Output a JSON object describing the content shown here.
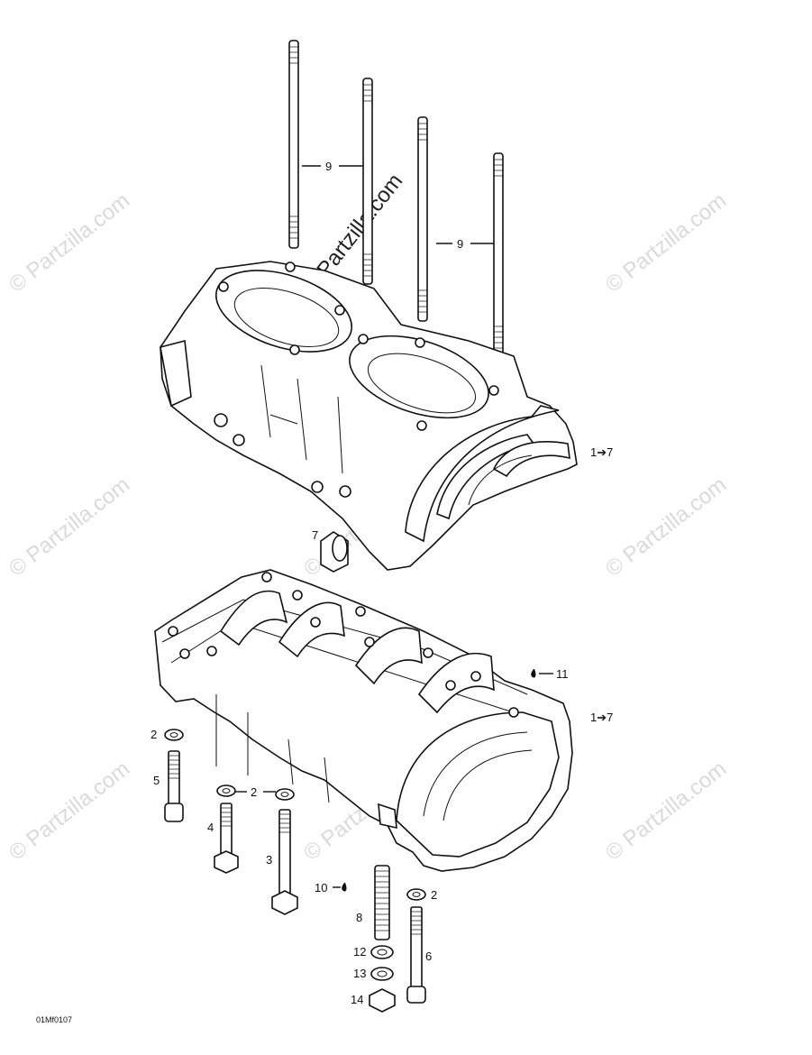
{
  "diagram": {
    "code": "01Mf0107",
    "watermarks": [
      "© Partzilla.com",
      "© Partzilla.com",
      "© Partzilla.com",
      "© Partzilla.com",
      "© Partzilla.com",
      "© Partzilla.com",
      "© Partzilla.com",
      "© Partzilla.com",
      "© Partzilla.com"
    ],
    "callouts": {
      "stud_left": "9",
      "stud_right": "9",
      "upper_half_ref": "1➔7",
      "seal": "7",
      "lower_half_ref": "1➔7",
      "sealant_top": "11",
      "washer_a": "2",
      "bolt_5": "5",
      "washer_b": "2",
      "bolt_4": "4",
      "bolt_3": "3",
      "sealant_stud": "10",
      "washer_c": "2",
      "stud_8": "8",
      "washer_12": "12",
      "washer_13": "13",
      "nut_14": "14",
      "bolt_6": "6"
    }
  }
}
